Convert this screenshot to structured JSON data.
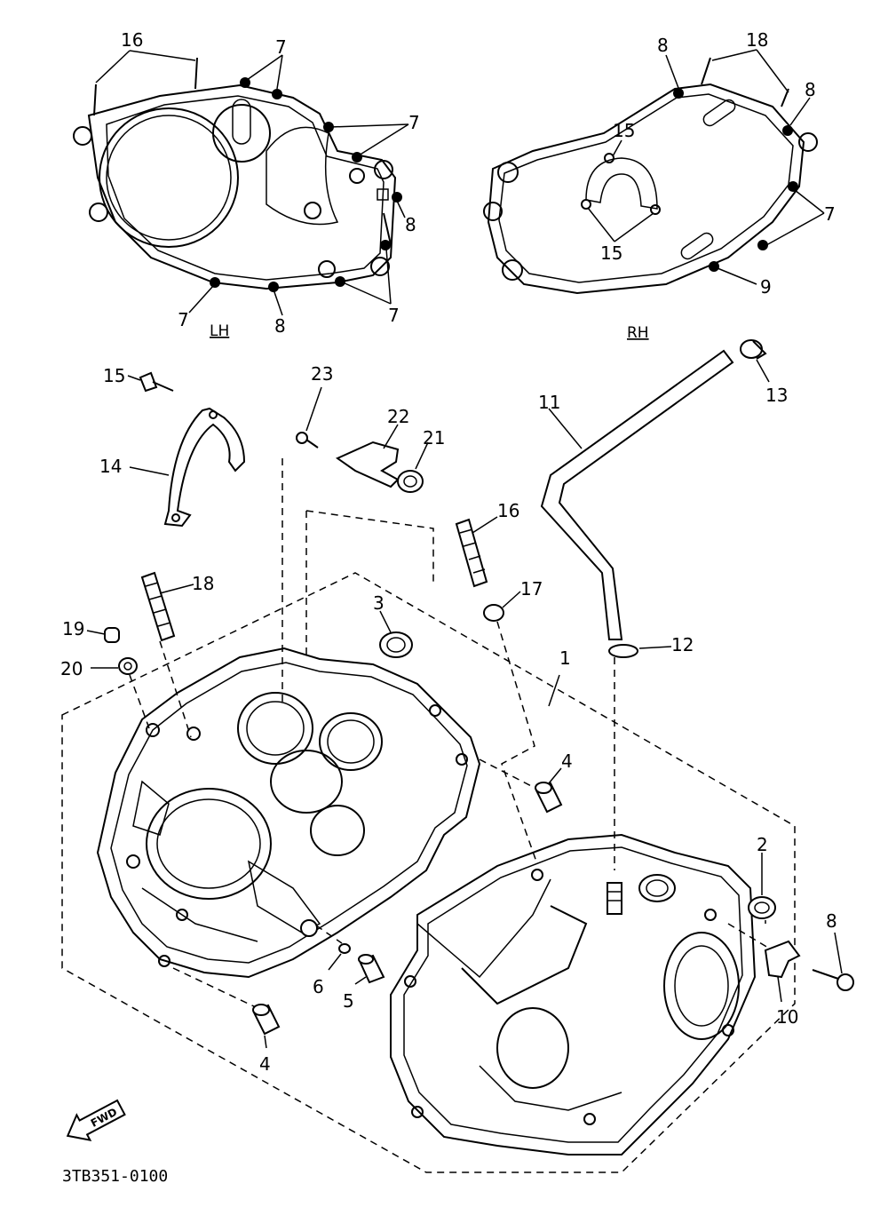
{
  "diagram": {
    "labels": {
      "p1": "1",
      "p2": "2",
      "p3": "3",
      "p4a": "4",
      "p4b": "4",
      "p5": "5",
      "p6": "6",
      "p7a": "7",
      "p7b": "7",
      "p7c": "7",
      "p7d": "7",
      "p7e": "7",
      "p8a": "8",
      "p8b": "8",
      "p8c": "8",
      "p8d": "8",
      "p8e": "8",
      "p9": "9",
      "p10": "10",
      "p11": "11",
      "p12": "12",
      "p13": "13",
      "p14": "14",
      "p15a": "15",
      "p15b": "15",
      "p15c": "15",
      "p16a": "16",
      "p16b": "16",
      "p17": "17",
      "p18a": "18",
      "p18b": "18",
      "p19": "19",
      "p20": "20",
      "p21": "21",
      "p22": "22",
      "p23": "23"
    },
    "side_lh": "LH",
    "side_rh": "RH",
    "fwd_arrow": "FWD",
    "drawing_code": "3TB351-0100"
  }
}
